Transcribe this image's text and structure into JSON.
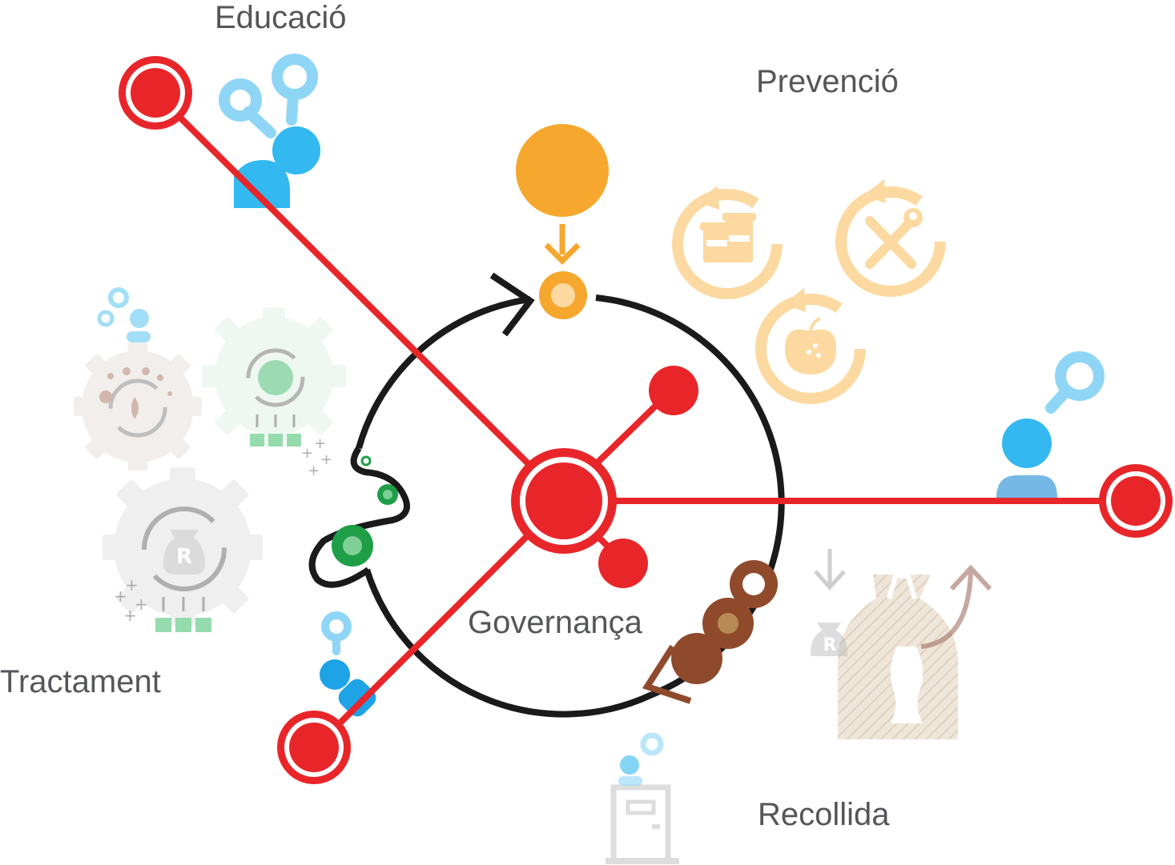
{
  "labels": {
    "educacio": "Educació",
    "prevencio": "Prevenció",
    "governanca": "Governança",
    "tractament": "Tractament",
    "recollida": "Recollida"
  },
  "icons": {
    "recycle_bag_letter": "R"
  },
  "colors": {
    "hub_red": "#e8262a",
    "cycle_black": "#1a1a1a",
    "prevention_orange": "#f6a72e",
    "prevention_light_orange": "#fcd9a0",
    "education_blue": "#33b8ef",
    "education_light_blue": "#8fd6f6",
    "treatment_green": "#1f9e48",
    "collection_brown": "#8f4a2c",
    "muted_grey": "#bdbdbd",
    "text_grey": "#55565a"
  }
}
